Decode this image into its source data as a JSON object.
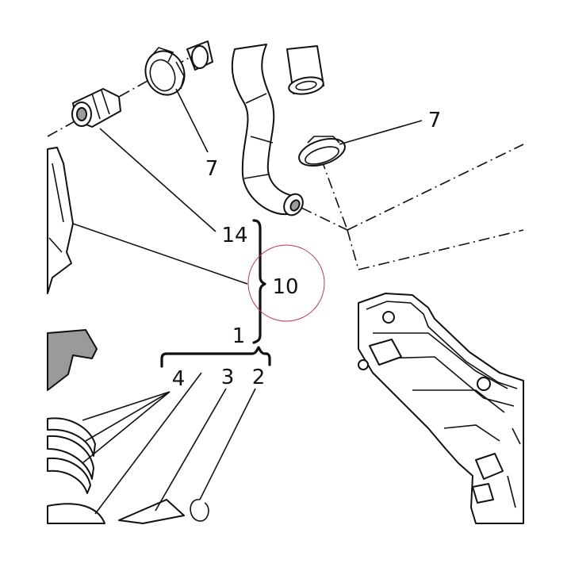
{
  "diagram": {
    "callouts": {
      "c1": "1",
      "c2": "2",
      "c3": "3",
      "c4": "4",
      "c7a": "7",
      "c7b": "7",
      "c10": "10",
      "c14": "14"
    },
    "highlight_color": "#c0394b",
    "line_color": "#111111",
    "background": "#ffffff"
  }
}
